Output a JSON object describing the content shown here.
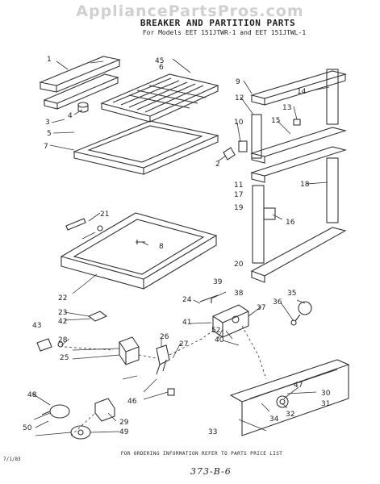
{
  "watermark": "AppliancePartsPros.com",
  "title": "BREAKER AND PARTITION PARTS",
  "models": "For Models EET 151JTWR-1 and EET 151JTWL-1",
  "footer": "FOR ORDERING INFORMATION REFER TO PARTS PRICE LIST",
  "doc_id": "7/1/83",
  "handwritten": "373-B-6",
  "callouts": [
    "1",
    "2",
    "3",
    "4",
    "5",
    "6",
    "7",
    "8",
    "9",
    "10",
    "11",
    "12",
    "13",
    "14",
    "15",
    "16",
    "17",
    "18",
    "19",
    "20",
    "21",
    "22",
    "23",
    "24",
    "25",
    "26",
    "27",
    "28",
    "29",
    "30",
    "31",
    "32",
    "33",
    "34",
    "35",
    "36",
    "37",
    "38",
    "39",
    "40",
    "41",
    "42",
    "43",
    "45",
    "46",
    "47",
    "48",
    "49",
    "50",
    "52"
  ]
}
